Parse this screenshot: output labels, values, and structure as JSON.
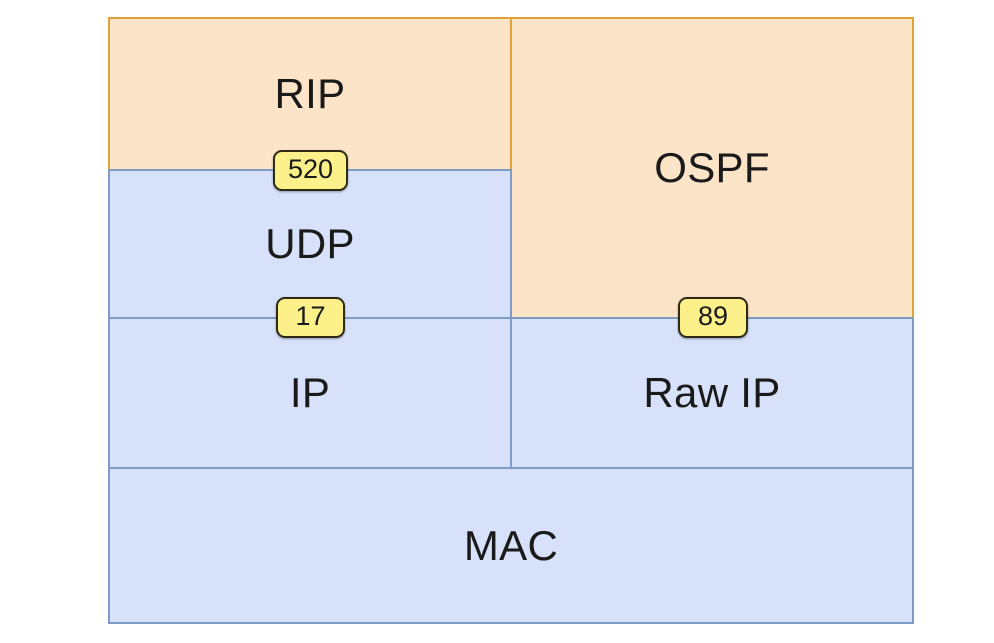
{
  "diagram": {
    "title": "Protocol stack layering diagram",
    "palette": {
      "protocol_fill": "#FCE4C8",
      "protocol_border": "#E2A23A",
      "network_fill": "#D7E2FA",
      "network_border": "#7E9CC6",
      "badge_fill": "#FBF08A",
      "badge_border": "#2E2A14",
      "text": "#1A1A1A",
      "background": "#FFFFFF"
    },
    "blocks": [
      {
        "id": "rip",
        "label": "RIP",
        "kind": "protocol"
      },
      {
        "id": "ospf",
        "label": "OSPF",
        "kind": "protocol"
      },
      {
        "id": "udp",
        "label": "UDP",
        "kind": "network"
      },
      {
        "id": "ip",
        "label": "IP",
        "kind": "network"
      },
      {
        "id": "rawip",
        "label": "Raw IP",
        "kind": "network"
      },
      {
        "id": "mac",
        "label": "MAC",
        "kind": "network"
      }
    ],
    "badges": [
      {
        "id": "b520",
        "value": "520",
        "between": "RIP / UDP"
      },
      {
        "id": "b17",
        "value": "17",
        "between": "UDP / IP"
      },
      {
        "id": "b89",
        "value": "89",
        "between": "OSPF / Raw IP"
      }
    ]
  }
}
